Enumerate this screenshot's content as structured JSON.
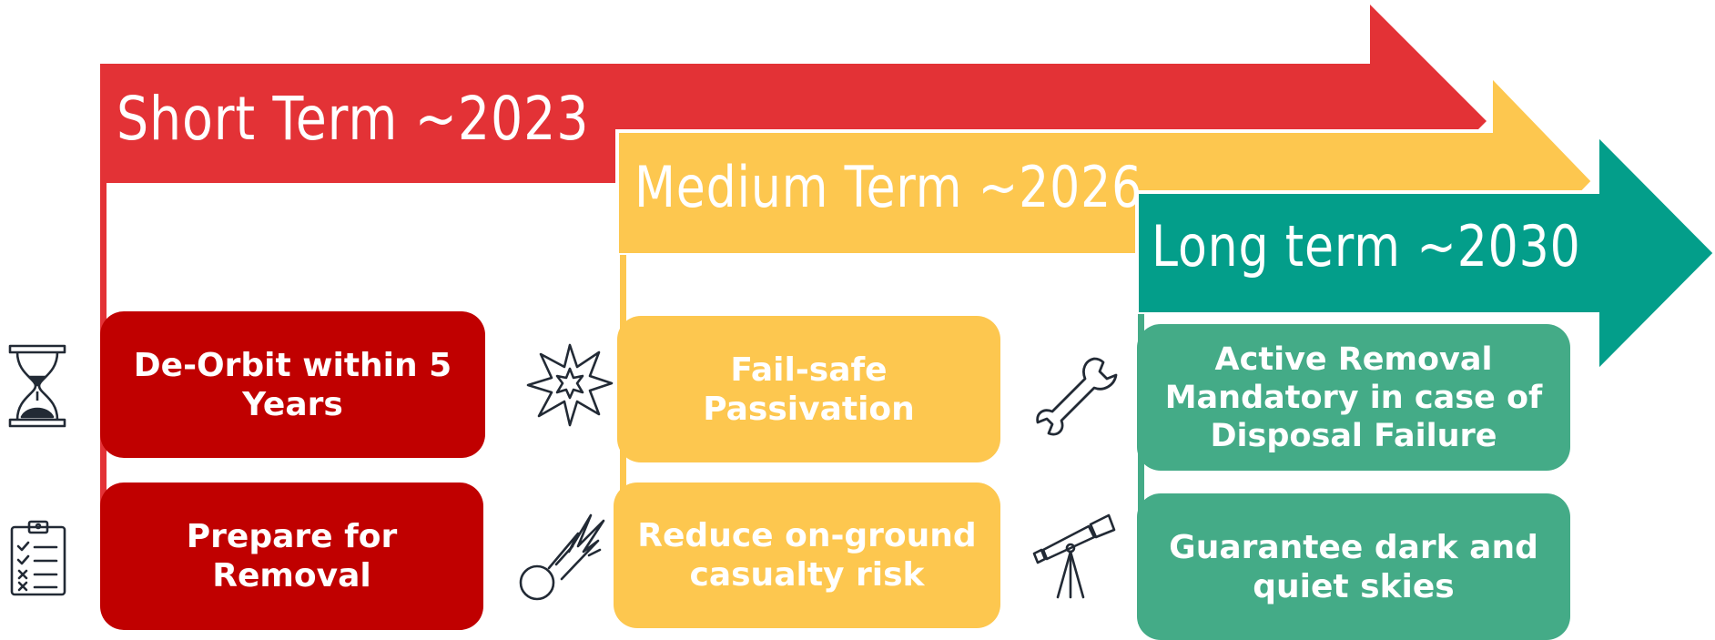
{
  "colors": {
    "short_term": "#e33236",
    "medium_term": "#fdc74f",
    "long_term": "#039e8a",
    "red_card": "#c00000",
    "yellow_card": "#fdc74f",
    "green_card": "#44ab87",
    "icon_stroke": "#222a35"
  },
  "phases": [
    {
      "title": "Short Term ~2023",
      "items": [
        {
          "text": "De-Orbit within 5 Years",
          "icon": "hourglass-icon"
        },
        {
          "text": "Prepare for Removal",
          "icon": "checklist-clipboard-icon"
        }
      ]
    },
    {
      "title": "Medium Term ~2026",
      "items": [
        {
          "text": "Fail-safe Passivation",
          "icon": "explosion-icon"
        },
        {
          "text": "Reduce on-ground casualty risk",
          "icon": "meteor-icon"
        }
      ]
    },
    {
      "title": "Long term ~2030",
      "items": [
        {
          "text": "Active Removal Mandatory in case of Disposal Failure",
          "icon": "wrench-icon"
        },
        {
          "text": "Guarantee dark and quiet skies",
          "icon": "telescope-icon"
        }
      ]
    }
  ]
}
